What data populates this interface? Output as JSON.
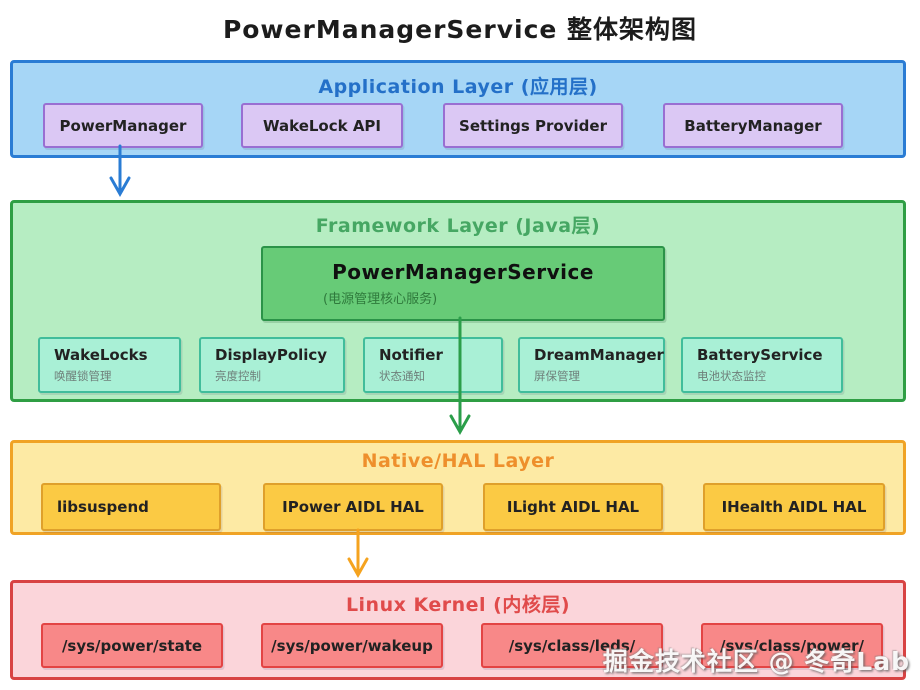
{
  "title": "PowerManagerService 整体架构图",
  "watermark": "掘金技术社区 @ 冬奇Lab",
  "palette": {
    "app_fill": "#a6d6f6",
    "app_border": "#2a7cd4",
    "app_title": "#2470c8",
    "app_node_fill": "#dbc8f4",
    "app_node_border": "#996fd2",
    "framework_fill": "#b6edc2",
    "framework_border": "#2f9e44",
    "framework_title": "#46a763",
    "framework_main_fill": "#67cb77",
    "framework_node_fill": "#a9f0d6",
    "framework_node_border": "#41bd9b",
    "native_fill": "#fdeaa4",
    "native_border": "#f0a325",
    "native_title": "#ee8f2c",
    "native_node_fill": "#fbca44",
    "native_node_border": "#dfa02b",
    "kernel_fill": "#fbd5da",
    "kernel_border": "#d84343",
    "kernel_title": "#e04b4b",
    "kernel_node_fill": "#f88888",
    "kernel_node_border": "#e34444",
    "arrow_blue": "#2a7cd4",
    "arrow_green": "#2b9e4a",
    "arrow_orange": "#f5a31f"
  },
  "layers": [
    {
      "id": "application",
      "title": "Application Layer (应用层)",
      "boxes": [
        {
          "label": "PowerManager"
        },
        {
          "label": "WakeLock API"
        },
        {
          "label": "Settings Provider"
        },
        {
          "label": "BatteryManager"
        }
      ]
    },
    {
      "id": "framework",
      "title": "Framework Layer (Java层)",
      "main_box": {
        "title": "PowerManagerService",
        "subtitle": "(电源管理核心服务)"
      },
      "boxes": [
        {
          "label": "WakeLocks",
          "sub": "唤醒锁管理"
        },
        {
          "label": "DisplayPolicy",
          "sub": "亮度控制"
        },
        {
          "label": "Notifier",
          "sub": "状态通知"
        },
        {
          "label": "DreamManager",
          "sub": "屏保管理"
        },
        {
          "label": "BatteryService",
          "sub": "电池状态监控"
        }
      ]
    },
    {
      "id": "native_hal",
      "title": "Native/HAL Layer",
      "boxes": [
        {
          "label": "libsuspend"
        },
        {
          "label": "IPower AIDL HAL"
        },
        {
          "label": "ILight AIDL HAL"
        },
        {
          "label": "IHealth AIDL HAL"
        }
      ]
    },
    {
      "id": "linux_kernel",
      "title": "Linux Kernel (内核层)",
      "boxes": [
        {
          "label": "/sys/power/state"
        },
        {
          "label": "/sys/power/wakeup"
        },
        {
          "label": "/sys/class/leds/"
        },
        {
          "label": "/sys/class/power/"
        }
      ]
    }
  ]
}
